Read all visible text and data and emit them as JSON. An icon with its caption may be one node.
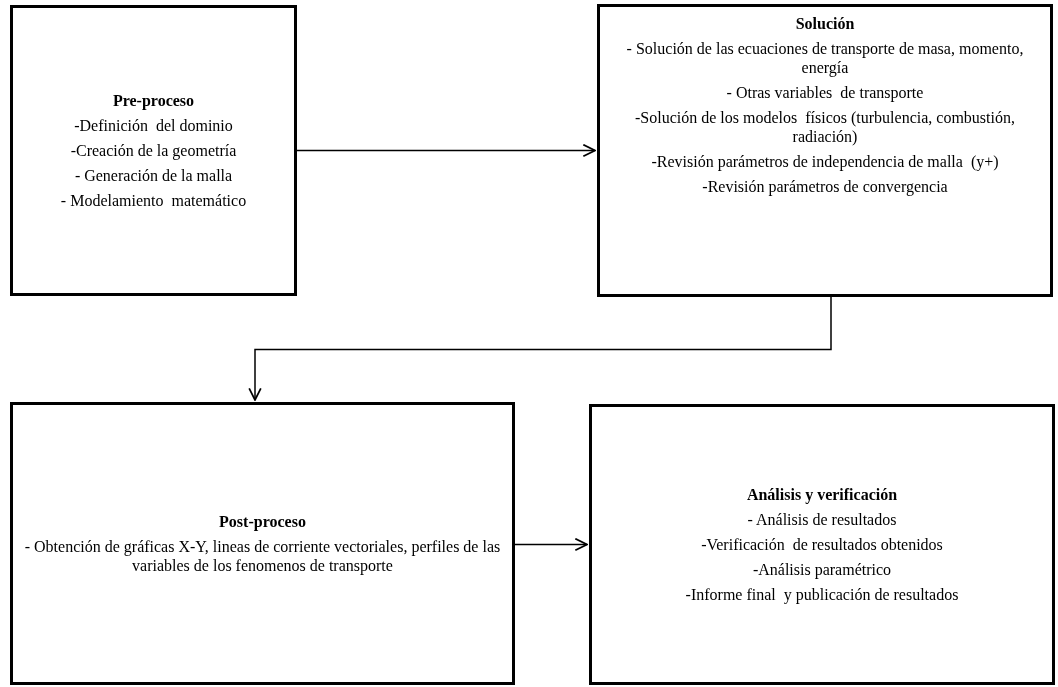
{
  "diagram": {
    "nodes": [
      {
        "text": [
          "Pre-proceso",
          "-Definición  del dominio",
          "-Creación de la geometría",
          "- Generación de la malla",
          "- Modelamiento  matemático"
        ]
      },
      {
        "text": [
          "Solución",
          "- Solución de las ecuaciones de transporte de masa, momento, energía",
          "- Otras variables  de transporte",
          "-Solución de los modelos  físicos (turbulencia, combustión, radiación)",
          "-Revisión parámetros de independencia de malla  (y+)",
          "-Revisión parámetros de convergencia"
        ]
      },
      {
        "text": [
          "Post-proceso",
          "- Obtención de gráficas X-Y, lineas de corriente vectoriales, perfiles de las variables de los fenomenos de transporte"
        ]
      },
      {
        "text": [
          "Análisis y verificación",
          "- Análisis de resultados",
          "-Verificación  de resultados obtenidos",
          "-Análisis paramétrico",
          "-Informe final  y publicación de resultados"
        ]
      }
    ],
    "edges": [
      {
        "from": 0,
        "to": 1,
        "arrow": "to"
      },
      {
        "from": 1,
        "to": 2,
        "arrow": "to"
      },
      {
        "from": 2,
        "to": 3,
        "arrow": "to"
      }
    ]
  }
}
